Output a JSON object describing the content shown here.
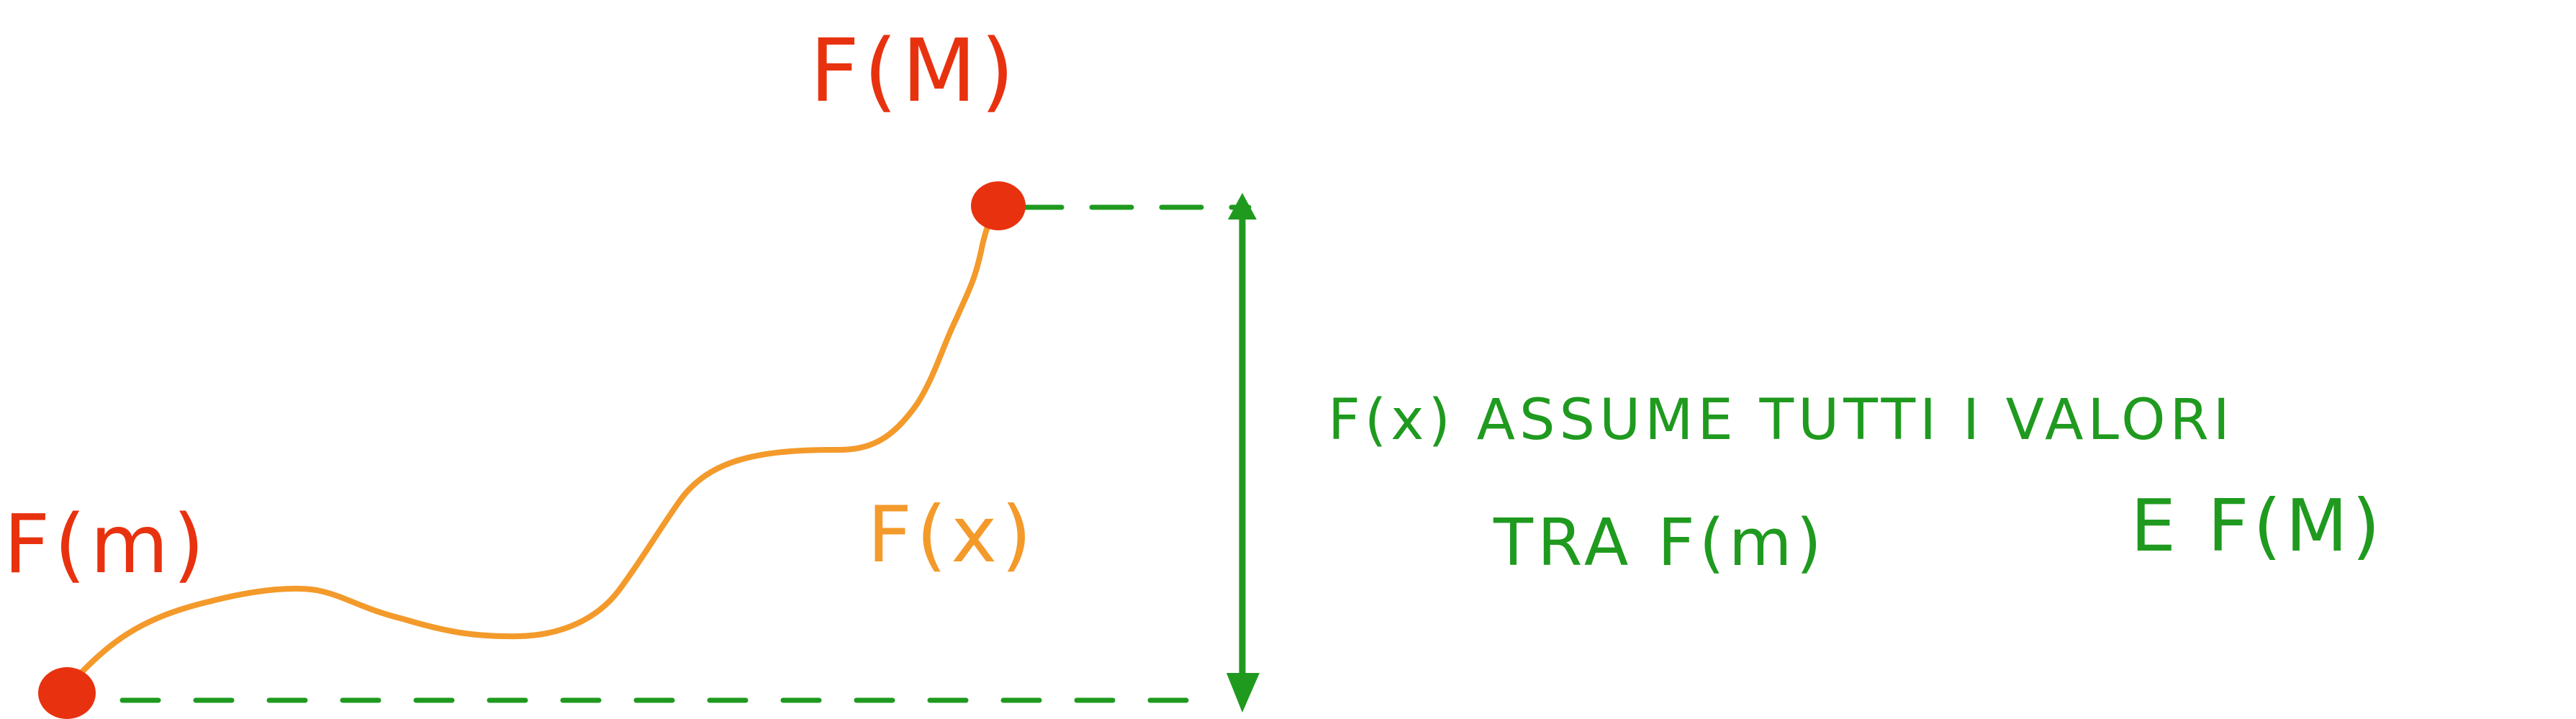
{
  "labels": {
    "f_max": "F(M)",
    "f_min": "F(m)",
    "f_x": "F(x)",
    "statement_line1": "F(x) ASSUME TUTTI I VALORI",
    "statement_line2_part1": "TRA F(m)",
    "statement_line2_part2": "E F(M)"
  },
  "colors": {
    "point": "#e8320f",
    "label_red": "#e8320f",
    "curve": "#f39a2b",
    "green": "#1f9a1f"
  },
  "icons": {
    "range_arrow": "double-headed-arrow"
  }
}
